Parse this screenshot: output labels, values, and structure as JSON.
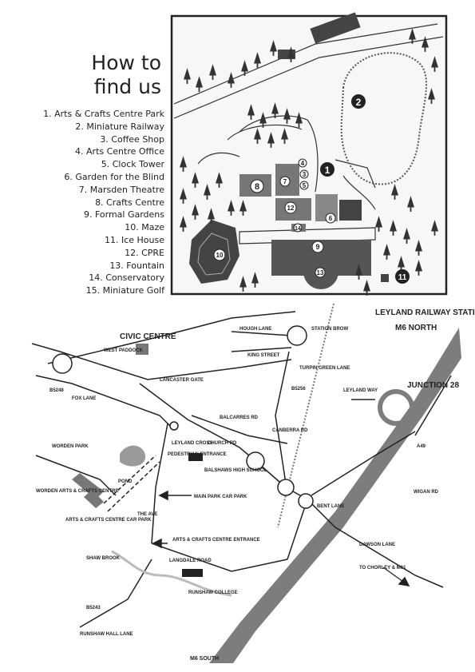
{
  "heading": {
    "line1": "How to",
    "line2": "find us"
  },
  "legend": [
    "1. Arts & Crafts Centre Park",
    "2. Miniature Railway",
    "3. Coffee Shop",
    "4. Arts Centre Office",
    "5. Clock Tower",
    "6. Garden for the Blind",
    "7. Marsden Theatre",
    "8. Crafts Centre",
    "9. Formal Gardens",
    "10. Maze",
    "11. Ice House",
    "12. CPRE",
    "13. Fountain",
    "14. Conservatory",
    "15. Miniature Golf"
  ],
  "park_markers": {
    "m1": "1",
    "m2": "2",
    "m3": "3",
    "m4": "4",
    "m5": "5",
    "m6": "6",
    "m7": "7",
    "m8": "8",
    "m9": "9",
    "m10": "10",
    "m11": "11",
    "m12": "12",
    "m13": "13",
    "m14": "14"
  },
  "area_map": {
    "station": "LEYLAND RAILWAY STATION",
    "m6_north": "M6 NORTH",
    "junction": "JUNCTION 28",
    "civic_centre": "CIVIC CENTRE",
    "hough_lane": "HOUGH LANE",
    "station_brow": "STATION BROW",
    "king_street": "KING STREET",
    "west_paddock": "WEST PADDOCK",
    "lancaster_gate": "LANCASTER GATE",
    "b5248": "B5248",
    "fox_lane": "FOX LANE",
    "turpin_green_lane": "TURPIN GREEN LANE",
    "b5256": "B5256",
    "leyland_way": "LEYLAND WAY",
    "balcarres_rd": "BALCARRES RD",
    "canberra_rd": "CANBERRA RD",
    "church_rd": "CHURCH RD",
    "leyland_cross": "LEYLAND CROSS",
    "pedestrian_entrance": "PEDESTRIAN ENTRANCE",
    "balshaws": "BALSHAWS HIGH SCHOOL",
    "worden_park": "WORDEN PARK",
    "pond": "POND",
    "worden_centre": "WORDEN ARTS & CRAFTS CENTRE",
    "main_car_park": "MAIN PARK CAR PARK",
    "arts_car_park": "ARTS & CRAFTS CENTRE CAR PARK",
    "the_ave": "THE AVE",
    "centre_entrance": "ARTS & CRAFTS CENTRE ENTRANCE",
    "bent_lane": "BENT LANE",
    "wigan_rd": "WIGAN RD",
    "a49": "A49",
    "dawson_lane": "DAWSON LANE",
    "to_chorley": "TO CHORLEY & M61",
    "shaw_brook": "SHAW BROOK",
    "langdale_road": "LANGDALE ROAD",
    "runshaw_college": "RUNSHAW COLLEGE",
    "b5243": "B5243",
    "runshaw_hall_lane": "RUNSHAW HALL LANE",
    "m6_south": "M6 SOUTH"
  },
  "colors": {
    "ink": "#222222",
    "building": "#444444",
    "grey_area": "#9a9a9a",
    "motorway": "#7d7d7d",
    "panel_bg": "#f7f7f7"
  }
}
